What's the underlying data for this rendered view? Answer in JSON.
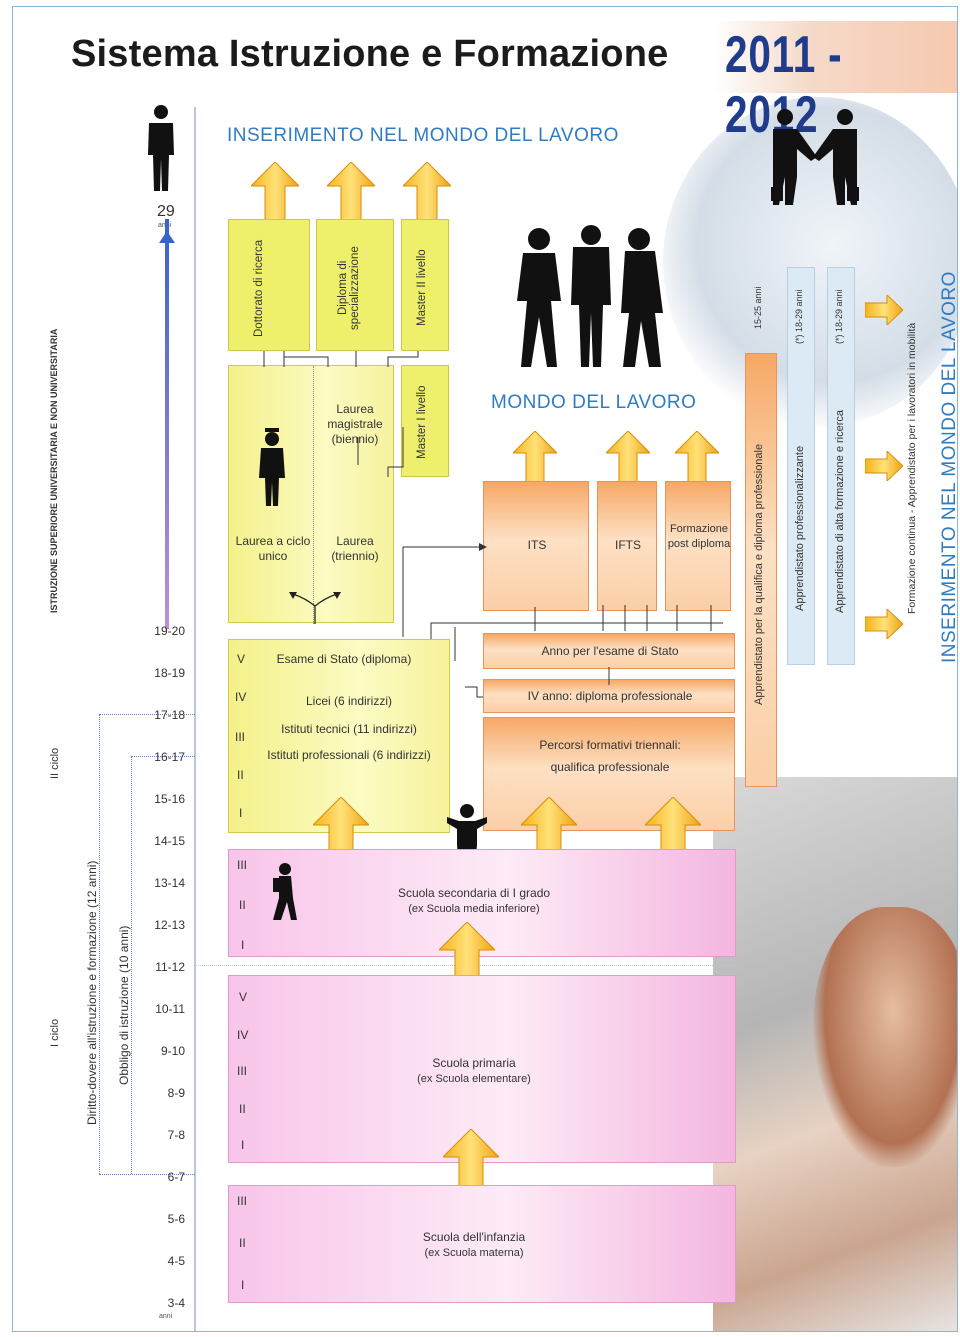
{
  "header": {
    "title": "Sistema Istruzione e Formazione",
    "year": "2011 - 2012"
  },
  "labels": {
    "top_work": "INSERIMENTO NEL MONDO DEL LAVORO",
    "world_work": "MONDO DEL LAVORO",
    "side_work": "INSERIMENTO NEL MONDO DEL LAVORO",
    "age_top": "29",
    "age_top_unit": "anni",
    "age_bottom_unit": "anni",
    "higher_ed": "ISTRUZIONE SUPERIORE UNIVERSITARIA E NON UNIVERSITARIA",
    "second_cycle": "II ciclo",
    "first_cycle": "I ciclo",
    "right_duty": "Diritto-dovere all'istruzione e formazione (12 anni)",
    "obligation": "Obbligo di istruzione (10 anni)"
  },
  "ages": [
    "19-20",
    "18-19",
    "17-18",
    "16-17",
    "15-16",
    "14-15",
    "13-14",
    "12-13",
    "11-12",
    "10-11",
    "9-10",
    "8-9",
    "7-8",
    "6-7",
    "5-6",
    "4-5",
    "3-4"
  ],
  "university": {
    "dottorato": "Dottorato di ricerca",
    "diploma_spec": "Diploma di specializzazione",
    "master2": "Master II livello",
    "master1": "Master I livello",
    "magistrale": "Laurea magistrale (biennio)",
    "ciclo_unico": "Laurea a ciclo unico",
    "triennio": "Laurea (triennio)"
  },
  "secondary2": {
    "esame": "Esame di Stato (diploma)",
    "licei": "Licei (6 indirizzi)",
    "tecnici": "Istituti tecnici (11 indirizzi)",
    "professionali": "Istituti professionali (6 indirizzi)",
    "grades": [
      "V",
      "IV",
      "III",
      "II",
      "I"
    ]
  },
  "vocational": {
    "its": "ITS",
    "ifts": "IFTS",
    "post": "Formazione post diploma",
    "anno": "Anno per l'esame di Stato",
    "quarto": "IV anno: diploma professionale",
    "percorsi_1": "Percorsi formativi triennali:",
    "percorsi_2": "qualifica professionale"
  },
  "secondary1": {
    "title": "Scuola secondaria di I grado",
    "sub": "(ex Scuola media inferiore)",
    "grades": [
      "III",
      "II",
      "I"
    ]
  },
  "primary": {
    "title": "Scuola primaria",
    "sub": "(ex Scuola elementare)",
    "grades": [
      "V",
      "IV",
      "III",
      "II",
      "I"
    ]
  },
  "infanzia": {
    "title": "Scuola dell'infanzia",
    "sub": "(ex Scuola materna)",
    "grades": [
      "III",
      "II",
      "I"
    ]
  },
  "apprenticeship": {
    "qualifica": "Apprendistato per la qualifica e diploma professionale",
    "qualifica_age": "15-25 anni",
    "prof": "Apprendistato professionalizzante",
    "prof_age": "(*) 18-29 anni",
    "alta": "Apprendistato di alta formazione e ricerca",
    "alta_age": "(*) 18-29 anni",
    "continua": "Formazione continua - Apprendistato per i lavoratori in mobilità"
  }
}
